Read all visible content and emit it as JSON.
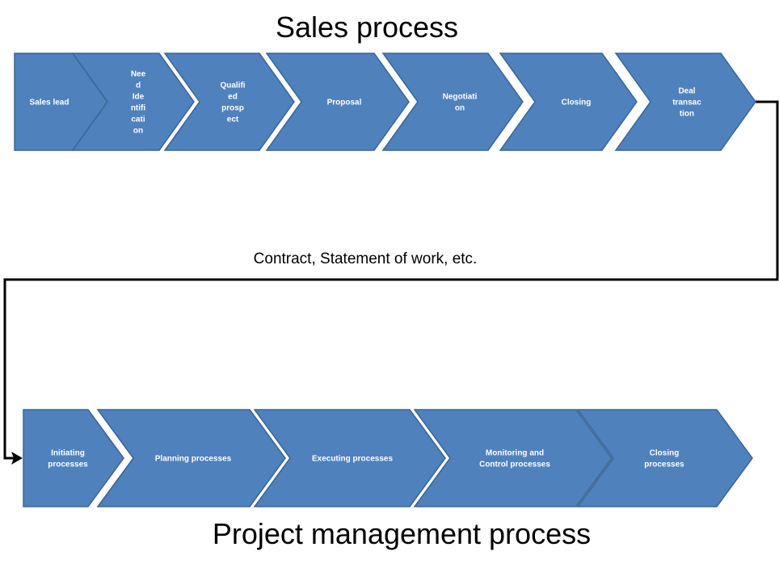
{
  "titles": {
    "sales": "Sales process",
    "project": "Project management process"
  },
  "connector_label": "Contract, Statement of work, etc.",
  "sales_steps": [
    {
      "id": "sales-lead",
      "lines": [
        "Sales lead"
      ]
    },
    {
      "id": "need-identification",
      "lines": [
        "Nee",
        "d",
        "Ide",
        "ntifi",
        "cati",
        "on"
      ]
    },
    {
      "id": "qualified-prospect",
      "lines": [
        "Qualifi",
        "ed",
        "prosp",
        "ect"
      ]
    },
    {
      "id": "proposal",
      "lines": [
        "Proposal"
      ]
    },
    {
      "id": "negotiation",
      "lines": [
        "Negotiati",
        "on"
      ]
    },
    {
      "id": "closing",
      "lines": [
        "Closing"
      ]
    },
    {
      "id": "deal-transaction",
      "lines": [
        "Deal",
        "transac",
        "tion"
      ]
    }
  ],
  "project_steps": [
    {
      "id": "initiating",
      "lines": [
        "Initiating",
        "processes"
      ]
    },
    {
      "id": "planning",
      "lines": [
        "Planning processes"
      ]
    },
    {
      "id": "executing",
      "lines": [
        "Executing processes"
      ]
    },
    {
      "id": "monitoring",
      "lines": [
        "Monitoring and",
        "Control processes"
      ]
    },
    {
      "id": "closing-processes",
      "lines": [
        "Closing",
        "processes"
      ]
    }
  ],
  "colors": {
    "chevron_fill": "#4f81bd",
    "chevron_stroke": "#3a6595",
    "label": "#ffffff",
    "connector": "#000000"
  }
}
